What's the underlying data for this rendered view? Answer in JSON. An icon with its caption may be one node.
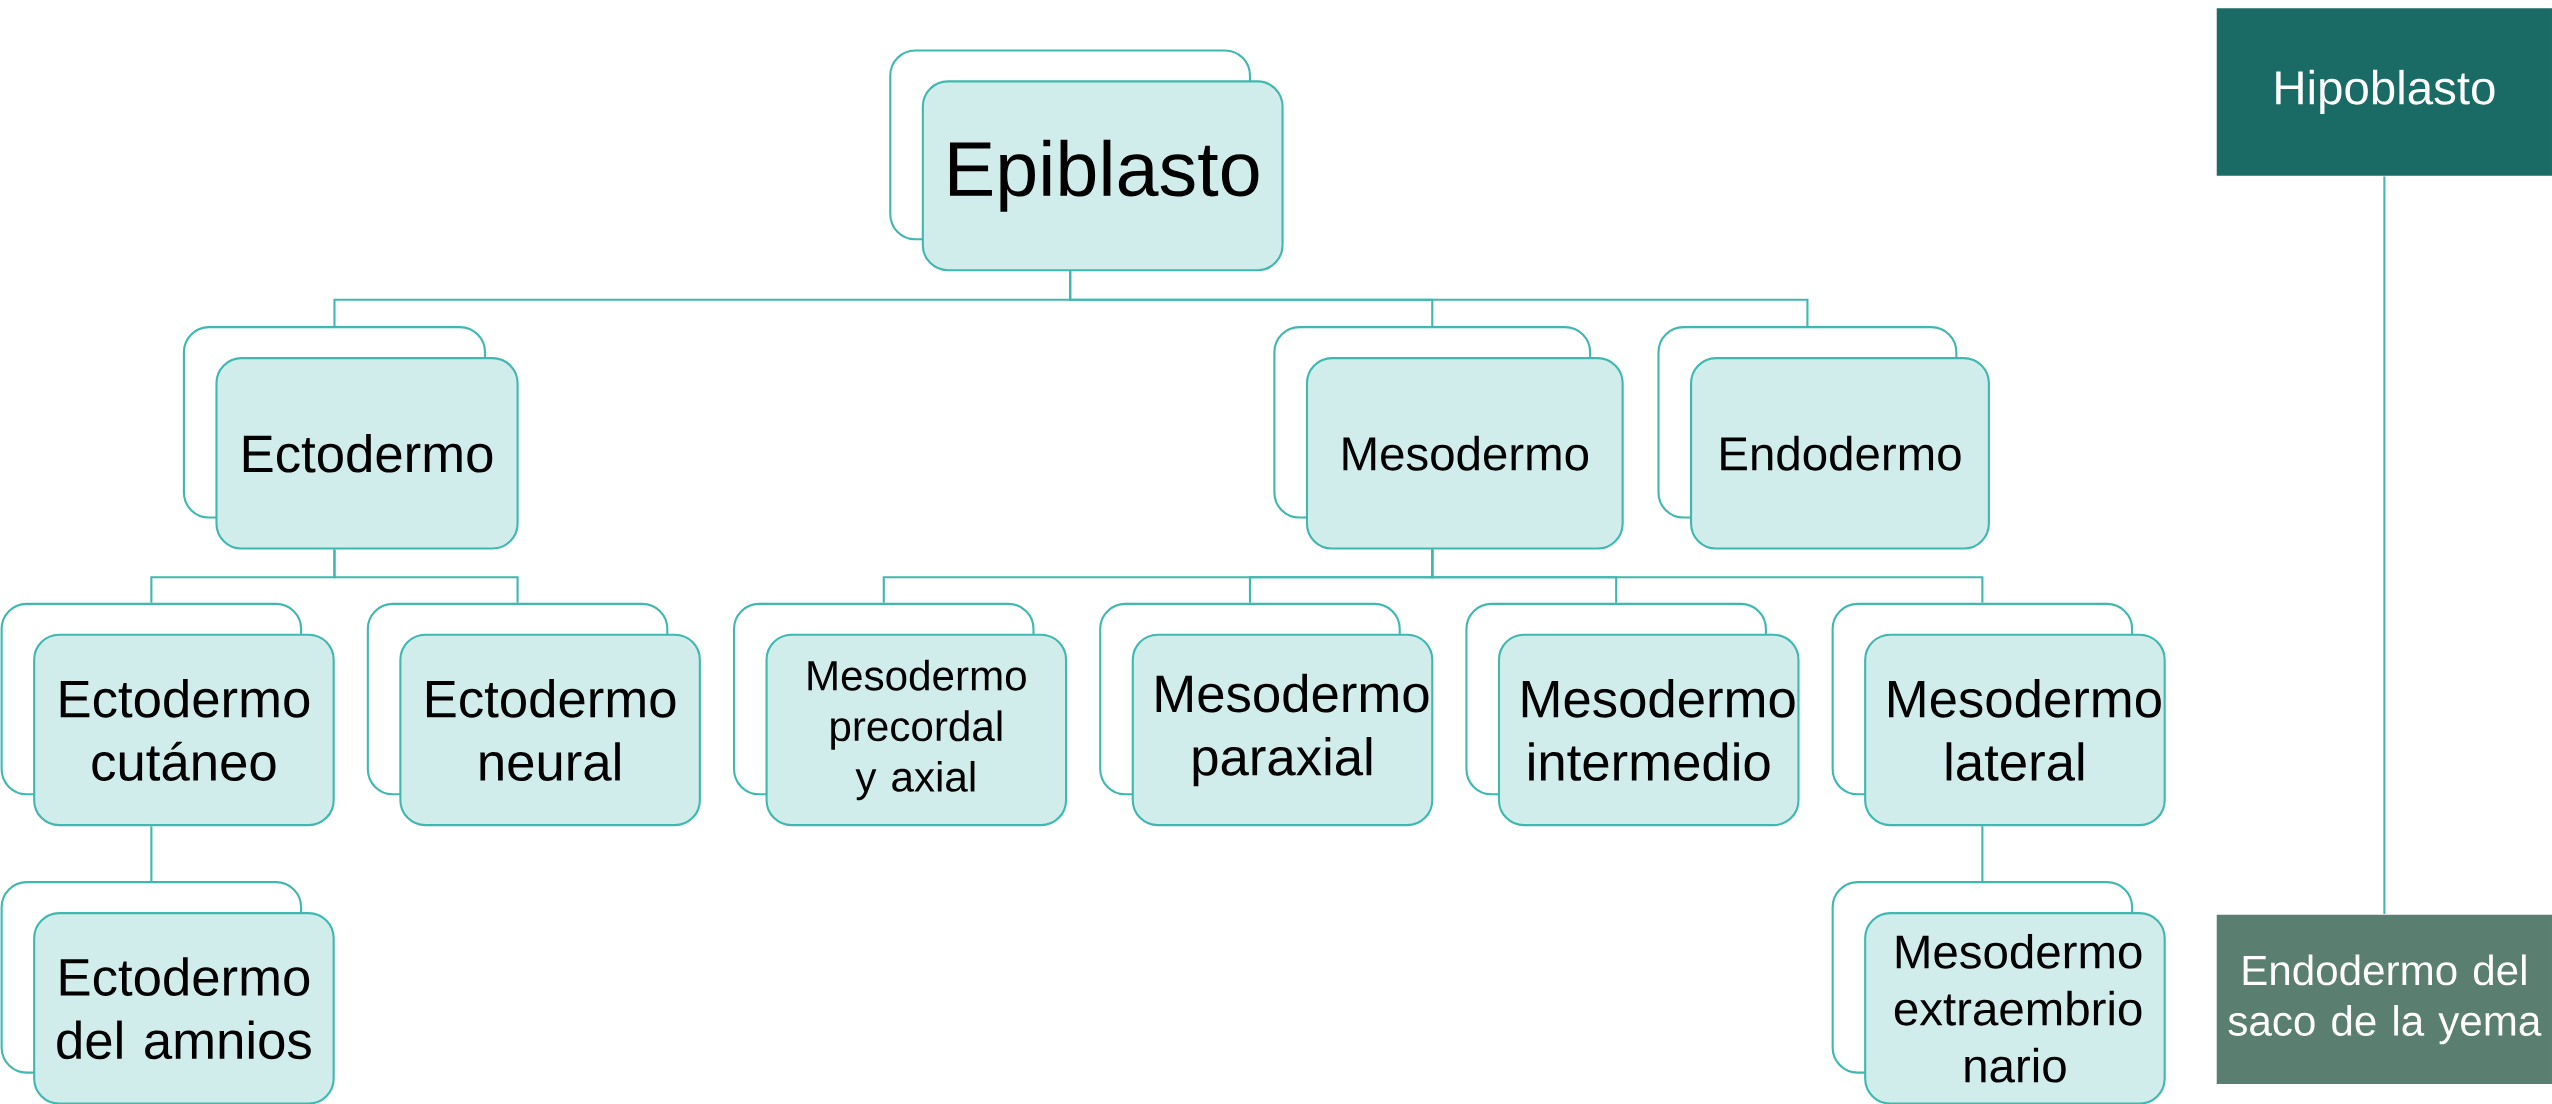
{
  "diagram": {
    "nodes": [
      {
        "text": [
          "Epiblasto"
        ]
      },
      {
        "text": [
          "Ectodermo"
        ]
      },
      {
        "text": [
          "Mesodermo"
        ]
      },
      {
        "text": [
          "Endodermo"
        ]
      },
      {
        "text": [
          "Ectodermo cutáneo"
        ]
      },
      {
        "text": [
          "Ectodermo neural"
        ]
      },
      {
        "text": [
          "Mesodermo precordal y axial"
        ]
      },
      {
        "text": [
          "Mesodermo paraxial"
        ]
      },
      {
        "text": [
          "Mesodermo intermedio"
        ]
      },
      {
        "text": [
          "Mesodermo lateral"
        ]
      },
      {
        "text": [
          "Ectodermo del amnios"
        ]
      },
      {
        "text": [
          "Mesodermo extraembrio nario"
        ]
      },
      {
        "text": [
          "Hipoblasto"
        ]
      },
      {
        "text": [
          "Endodermo del saco de la yema"
        ]
      }
    ],
    "edges": [
      {
        "from": 0,
        "to": 1,
        "arrow": "none"
      },
      {
        "from": 0,
        "to": 2,
        "arrow": "none"
      },
      {
        "from": 0,
        "to": 3,
        "arrow": "none"
      },
      {
        "from": 1,
        "to": 4,
        "arrow": "none"
      },
      {
        "from": 1,
        "to": 5,
        "arrow": "none"
      },
      {
        "from": 2,
        "to": 6,
        "arrow": "none"
      },
      {
        "from": 2,
        "to": 7,
        "arrow": "none"
      },
      {
        "from": 2,
        "to": 8,
        "arrow": "none"
      },
      {
        "from": 2,
        "to": 9,
        "arrow": "none"
      },
      {
        "from": 4,
        "to": 10,
        "arrow": "none"
      },
      {
        "from": 9,
        "to": 11,
        "arrow": "none"
      },
      {
        "from": 12,
        "to": 13,
        "arrow": "none"
      }
    ]
  }
}
